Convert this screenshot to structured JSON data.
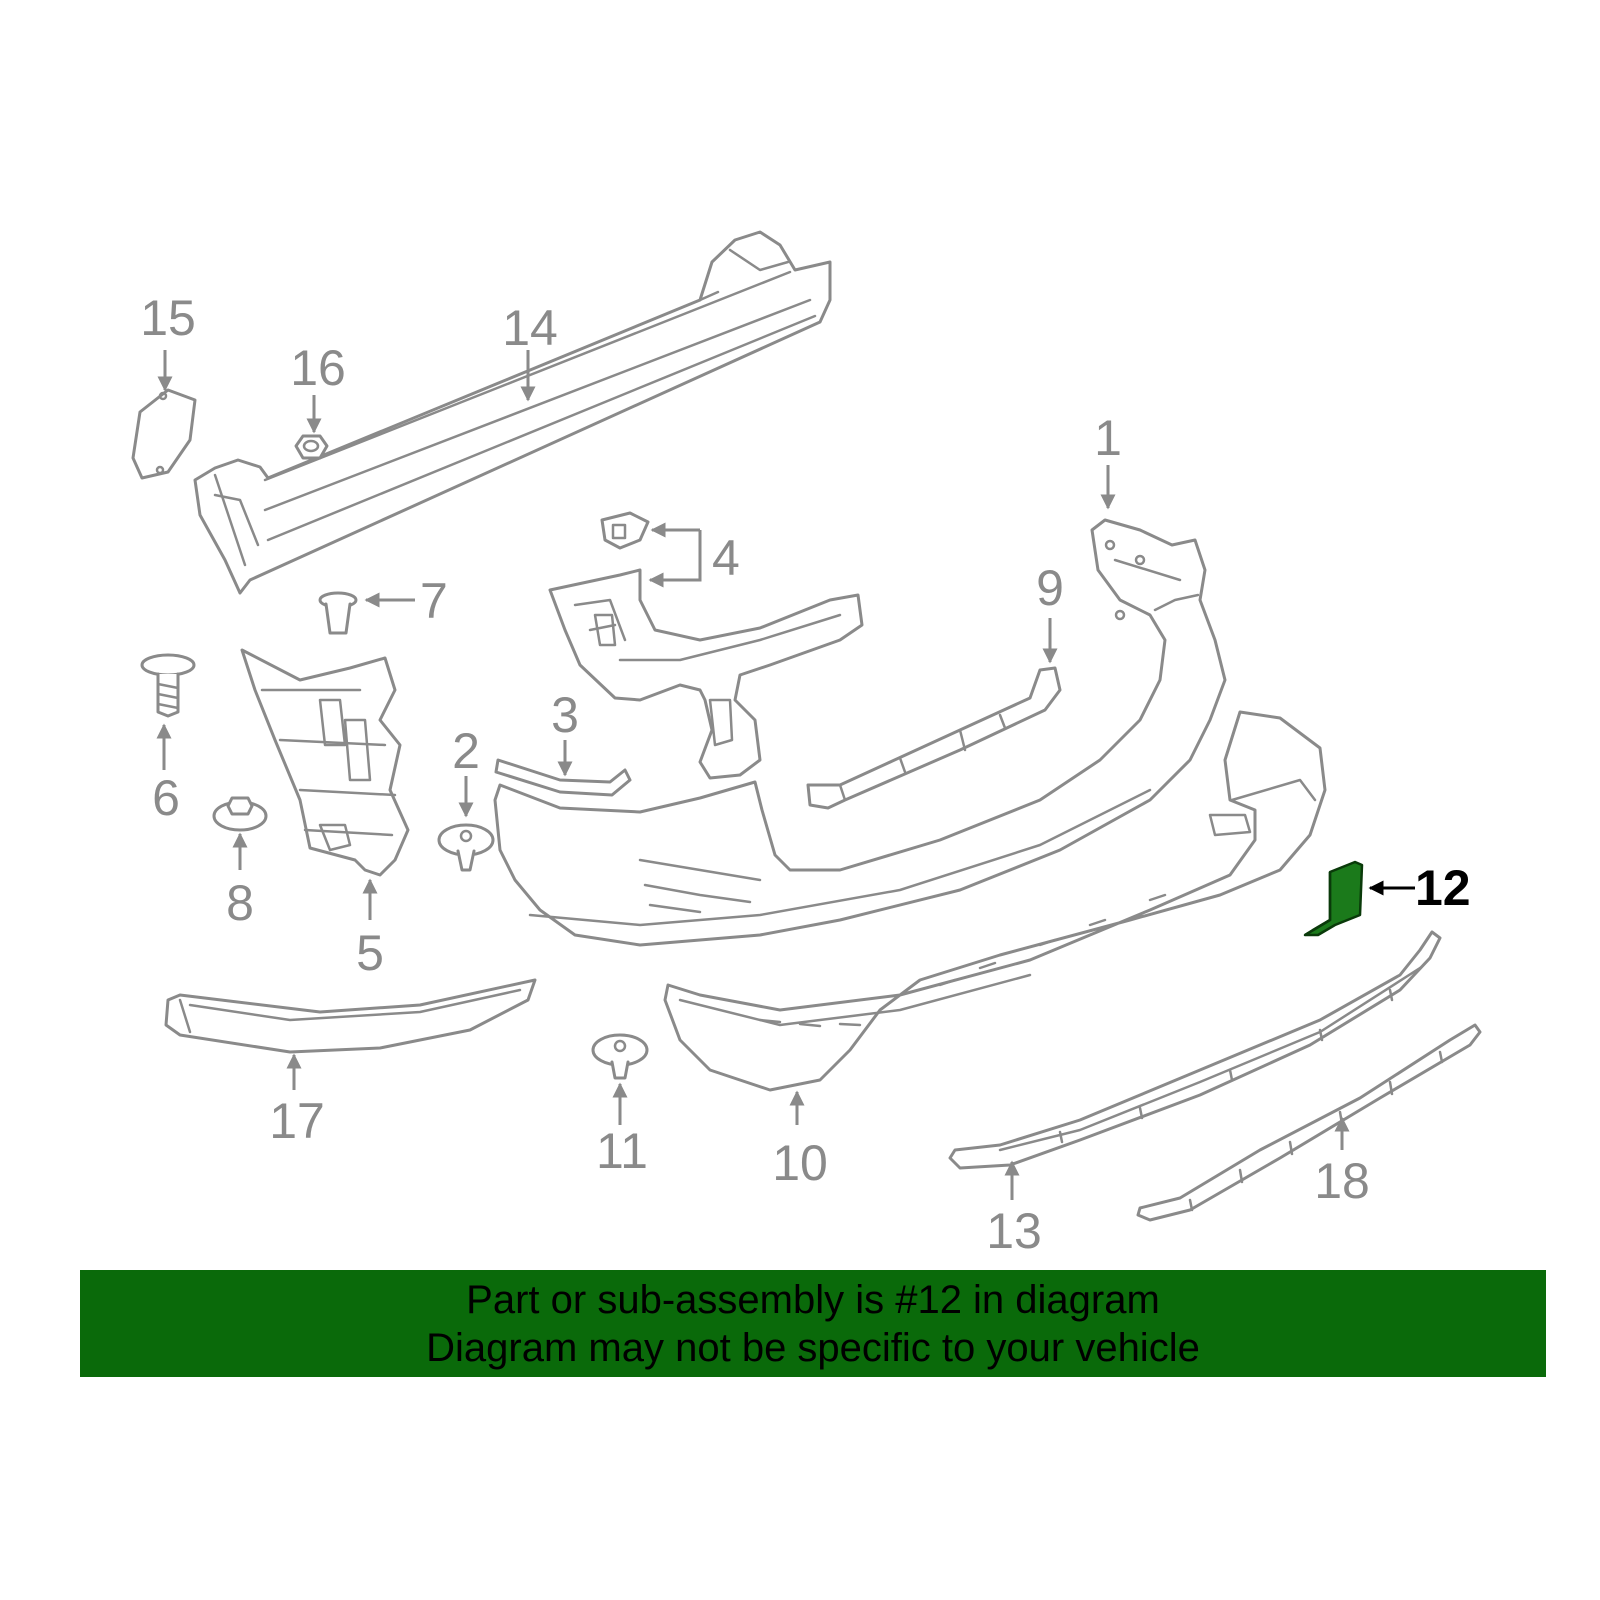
{
  "diagram": {
    "callouts": [
      "1",
      "2",
      "3",
      "4",
      "5",
      "6",
      "7",
      "8",
      "9",
      "10",
      "11",
      "12",
      "13",
      "14",
      "15",
      "16",
      "17",
      "18"
    ],
    "highlighted_part": "12",
    "colors": {
      "line_art": "#8a8a8a",
      "highlight_fill": "#1b7a1b",
      "highlight_text": "#000000",
      "banner_bg": "#0a6a0a"
    }
  },
  "banner": {
    "line1": "Part or sub-assembly is #12 in diagram",
    "line2": "Diagram may not be specific to your vehicle"
  }
}
